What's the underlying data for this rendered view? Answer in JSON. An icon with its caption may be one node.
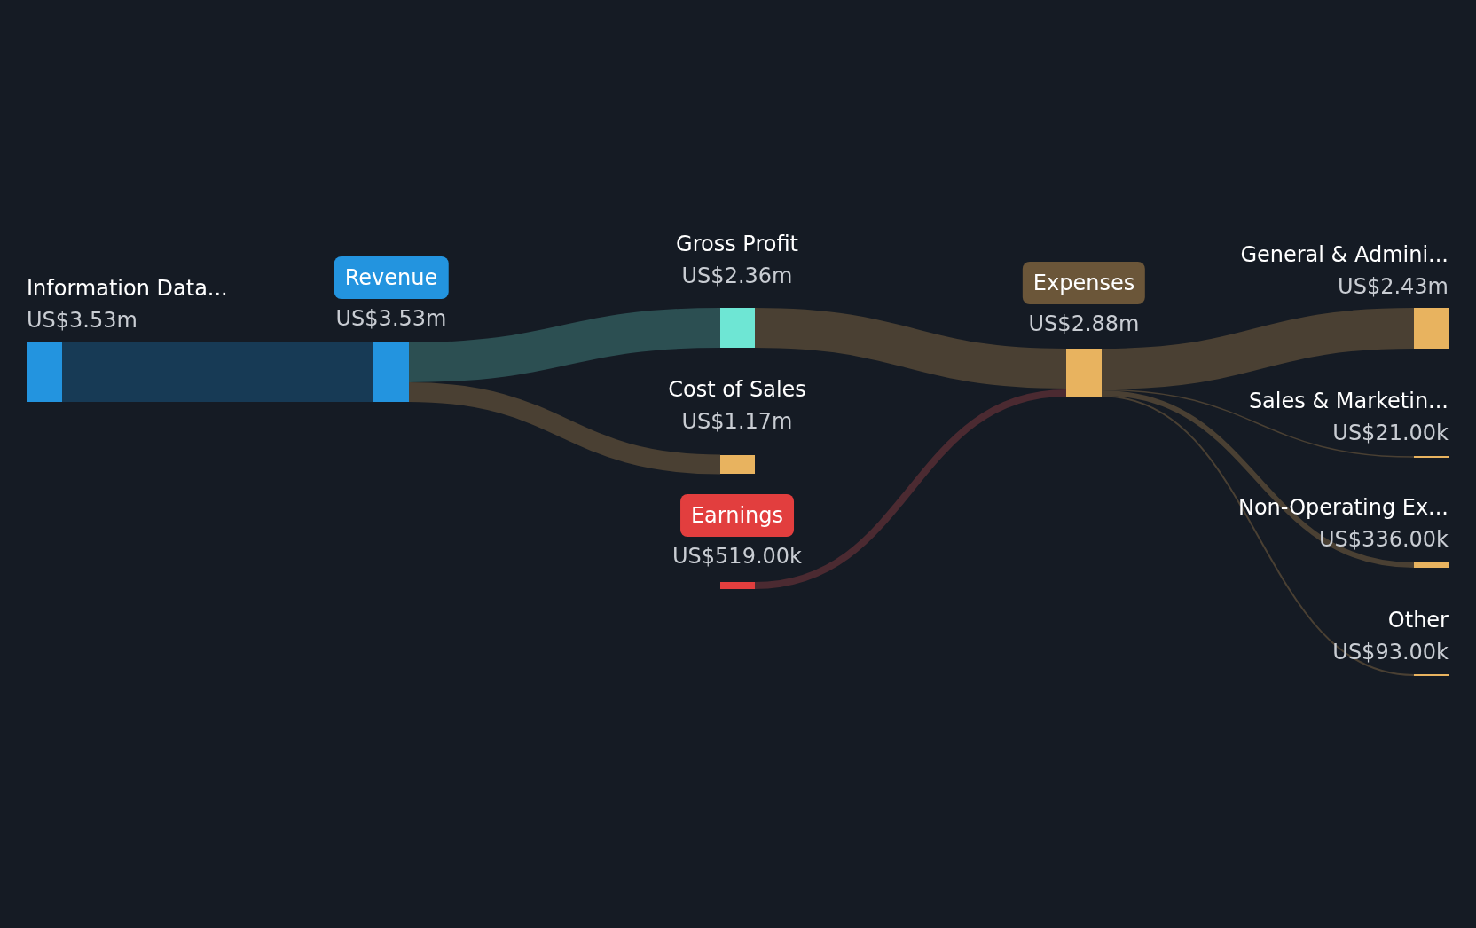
{
  "diagram": {
    "nodes": [
      {
        "text": [],
        "shape": "bar",
        "beside": [
          "Information Data...",
          "US$3.53m"
        ]
      },
      {
        "text": [],
        "shape": "bar",
        "beside": [
          "Revenue",
          "US$3.53m"
        ]
      },
      {
        "text": [],
        "shape": "bar",
        "beside": [
          "Gross Profit",
          "US$2.36m"
        ]
      },
      {
        "text": [],
        "shape": "bar",
        "beside": [
          "Cost of Sales",
          "US$1.17m"
        ]
      },
      {
        "text": [],
        "shape": "bar",
        "beside": [
          "Earnings",
          "US$519.00k"
        ]
      },
      {
        "text": [],
        "shape": "bar",
        "beside": [
          "Expenses",
          "US$2.88m"
        ]
      },
      {
        "text": [],
        "shape": "bar",
        "beside": [
          "General & Admini...",
          "US$2.43m"
        ]
      },
      {
        "text": [],
        "shape": "bar",
        "beside": [
          "Sales & Marketin...",
          "US$21.00k"
        ]
      },
      {
        "text": [],
        "shape": "bar",
        "beside": [
          "Non-Operating Ex...",
          "US$336.00k"
        ]
      },
      {
        "text": [],
        "shape": "bar",
        "beside": [
          "Other",
          "US$93.00k"
        ]
      }
    ],
    "edges": [
      {
        "from": 0,
        "to": 1,
        "arrow": "none",
        "color": "#173a55",
        "style": "thick"
      },
      {
        "from": 1,
        "to": 2,
        "arrow": "none",
        "color": "#2c4f52",
        "style": "thick"
      },
      {
        "from": 1,
        "to": 3,
        "arrow": "none"
      },
      {
        "from": 2,
        "to": 5,
        "arrow": "none",
        "style": "thick"
      },
      {
        "from": 4,
        "to": 5,
        "arrow": "none",
        "color": "#4b2a31"
      },
      {
        "from": 5,
        "to": 6,
        "arrow": "none",
        "style": "thick"
      },
      {
        "from": 5,
        "to": 7,
        "arrow": "none"
      },
      {
        "from": 5,
        "to": 8,
        "arrow": "none"
      },
      {
        "from": 5,
        "to": 9,
        "arrow": "none"
      }
    ]
  }
}
